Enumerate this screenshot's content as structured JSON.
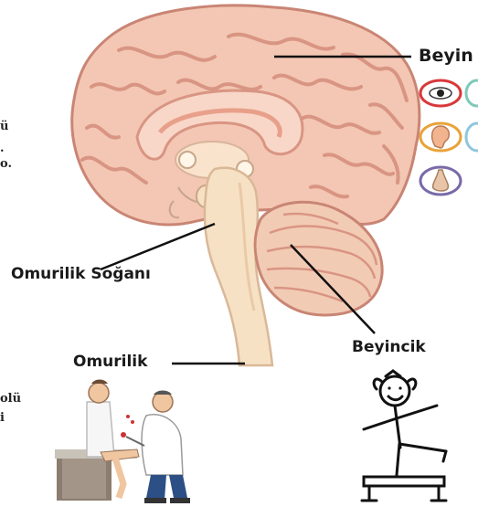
{
  "labels": {
    "beyin": "Beyin",
    "omurilik_sogani": "Omurilik Soğanı",
    "omurilik": "Omurilik",
    "beyincik": "Beyincik"
  },
  "left_fragments": [
    "ü",
    ".",
    "o.",
    "olü",
    "i"
  ],
  "colors": {
    "brain": "#f3c7b3",
    "brain_fold": "#d99583",
    "stem": "#f7e1c4",
    "cerebellum": "#f2cbb5",
    "label_text": "#1a1a1a",
    "eye_ring": "#d9383a",
    "ear_ring": "#e8a33a",
    "nose_ring": "#7a6aa8",
    "teal_ring": "#7fc9b8",
    "blue_ring": "#8ec7dd"
  },
  "icons": [
    "eye-icon",
    "ear-icon",
    "nose-icon"
  ]
}
